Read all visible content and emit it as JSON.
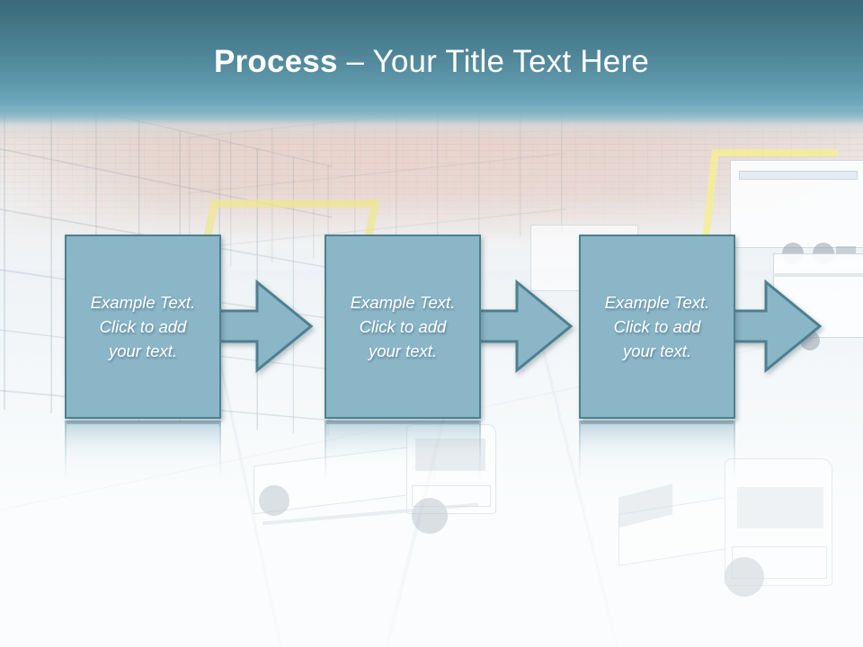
{
  "slide": {
    "title": {
      "bold_part": "Process",
      "rest_part": " – Your Title Text Here",
      "full": "Process – Your Title Text Here"
    },
    "background": {
      "description": "faded warehouse loading dock with trucks",
      "header_gradient_top": "#39697a",
      "header_gradient_bottom": "#74aec0"
    },
    "theme": {
      "box_fill": "#8ab6c8",
      "box_border": "#4d808f",
      "text_color": "#ffffff"
    },
    "process_steps": [
      {
        "id": "step-1",
        "text": "Example Text.\nClick  to add\nyour text."
      },
      {
        "id": "step-2",
        "text": "Example Text.\nClick  to add\nyour text."
      },
      {
        "id": "step-3",
        "text": "Example Text.\nClick  to add\nyour text."
      }
    ],
    "connectors": [
      {
        "id": "arrow-1",
        "icon": "right-arrow-icon"
      },
      {
        "id": "arrow-2",
        "icon": "right-arrow-icon"
      },
      {
        "id": "arrow-3",
        "icon": "right-arrow-icon"
      }
    ]
  }
}
